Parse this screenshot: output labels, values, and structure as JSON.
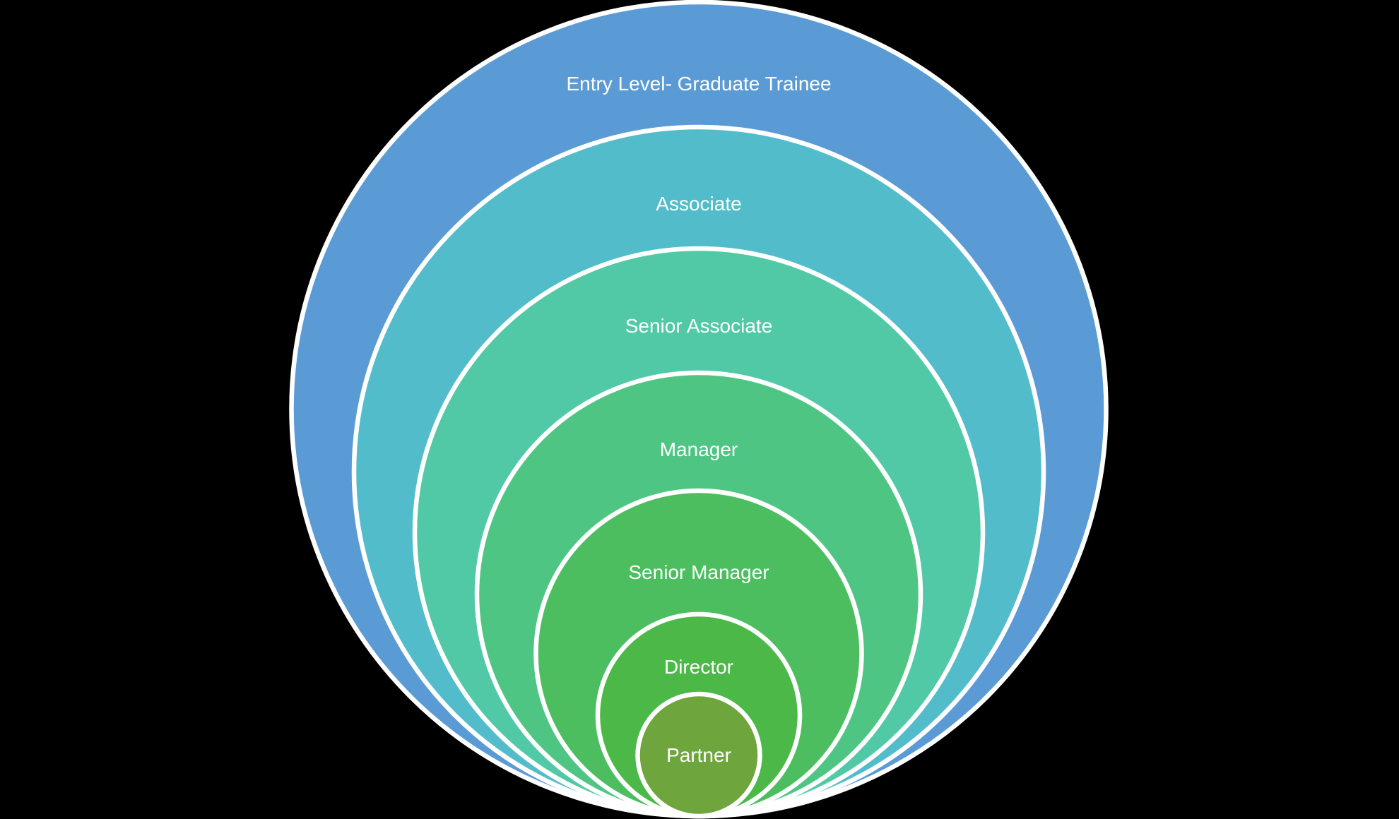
{
  "background_color": "#000000",
  "stroke_color": "#FFFFFF",
  "text_color": "#FFFFFF",
  "diagram": {
    "type": "nested-concentric-circles",
    "description_levels_outer_to_inner": 7,
    "levels": [
      {
        "label": "Entry Level- Graduate Trainee",
        "color": "#5B9BD5"
      },
      {
        "label": "Associate",
        "color": "#52BCCB"
      },
      {
        "label": "Senior Associate",
        "color": "#52C9A6"
      },
      {
        "label": "Manager",
        "color": "#4FC584"
      },
      {
        "label": "Senior Manager",
        "color": "#4CBE60"
      },
      {
        "label": "Director",
        "color": "#4CB848"
      },
      {
        "label": "Partner",
        "color": "#6EA63D"
      }
    ]
  }
}
